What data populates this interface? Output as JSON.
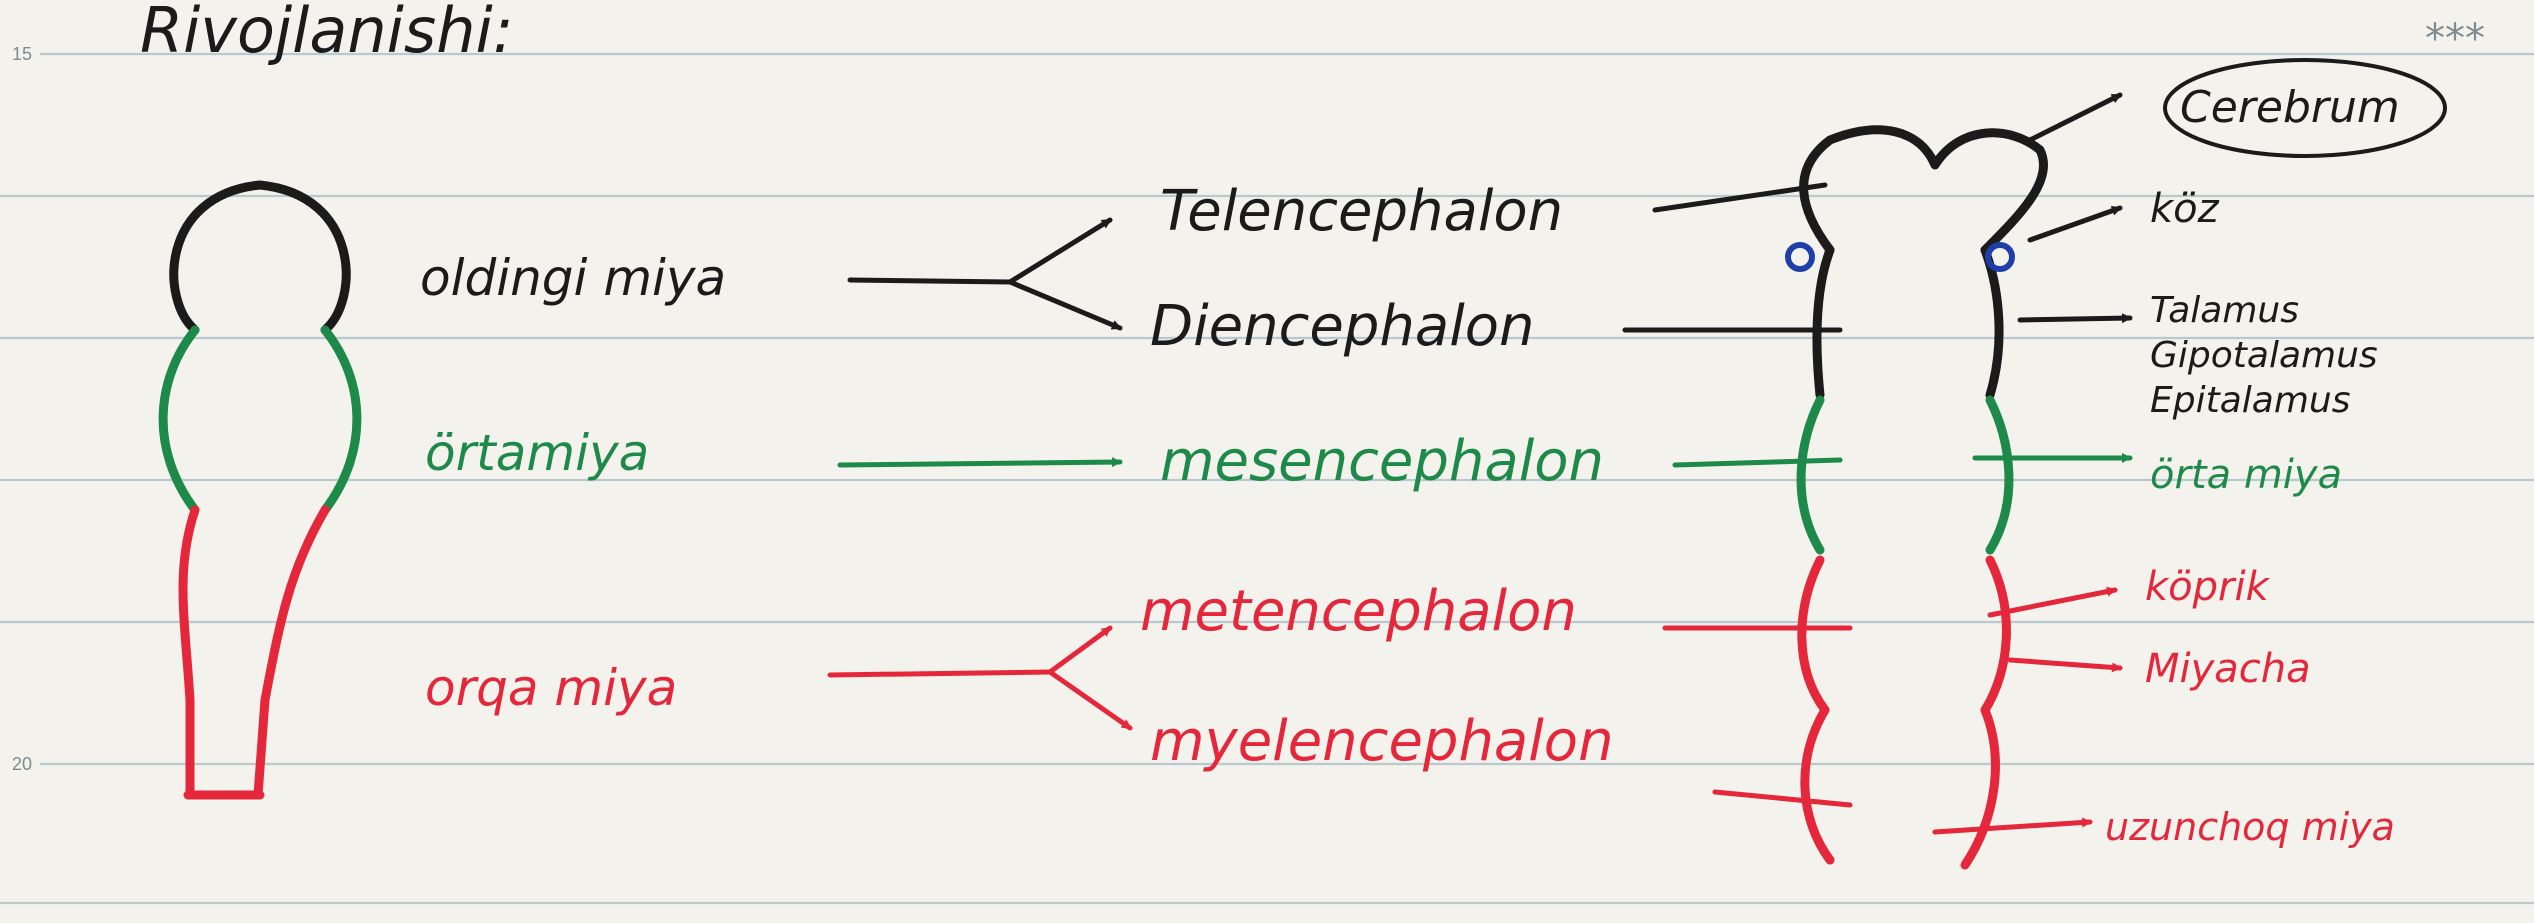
{
  "heading": "Rivojlanishi:",
  "corner_mark": "***",
  "line_numbers": [
    "15",
    "20"
  ],
  "colors": {
    "black": "#1b1b1b",
    "green": "#1e8a4a",
    "red": "#e5273b",
    "blue": "#1f3fa8",
    "paper": "#f4f2ec",
    "rule": "#b9c9cf"
  },
  "primary_vesicles": [
    {
      "label": "oldingi miya",
      "color": "black"
    },
    {
      "label": "örtamiya",
      "color": "green"
    },
    {
      "label": "orqa miya",
      "color": "red"
    }
  ],
  "secondary_vesicles": [
    {
      "label": "Telencephalon",
      "color": "black"
    },
    {
      "label": "Diencephalon",
      "color": "black"
    },
    {
      "label": "mesencephalon",
      "color": "green"
    },
    {
      "label": "metencephalon",
      "color": "red"
    },
    {
      "label": "myelencephalon",
      "color": "red"
    }
  ],
  "derivatives": [
    {
      "label": "Cerebrum",
      "color": "black",
      "circled": true
    },
    {
      "label": "köz",
      "color": "black"
    },
    {
      "label": "Talamus",
      "color": "black"
    },
    {
      "label": "Gipotalamus",
      "color": "black"
    },
    {
      "label": "Epitalamus",
      "color": "black"
    },
    {
      "label": "örta miya",
      "color": "green"
    },
    {
      "label": "köprik",
      "color": "red"
    },
    {
      "label": "Miyacha",
      "color": "red"
    },
    {
      "label": "uzunchoq miya",
      "color": "red"
    }
  ]
}
